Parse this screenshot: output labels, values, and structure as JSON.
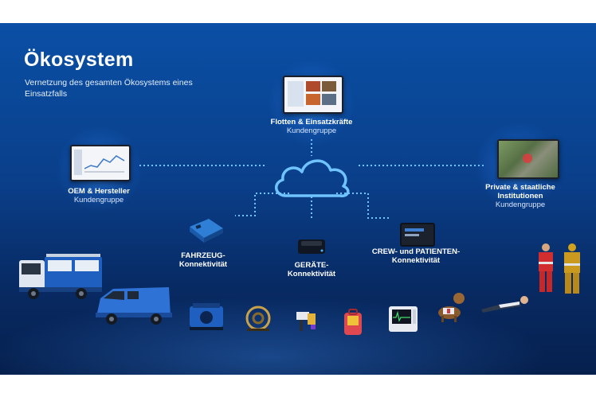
{
  "title": "Ökosystem",
  "subtitle": "Vernetzung des gesamten Ökosystems eines Einsatzfalls",
  "nodes": {
    "fleets": {
      "label": "Flotten & Einsatzkräfte",
      "sub": "Kundengruppe"
    },
    "oem": {
      "label": "OEM & Hersteller",
      "sub": "Kundengruppe"
    },
    "institutions": {
      "label_line1": "Private & staatliche",
      "label_line2": "Institutionen",
      "sub": "Kundengruppe"
    },
    "vehicle": {
      "line1": "FAHRZEUG-",
      "line2": "Konnektivität"
    },
    "devices": {
      "line1": "GERÄTE-",
      "line2": "Konnektivität"
    },
    "crew": {
      "line1": "CREW- und PATIENTEN-",
      "line2": "Konnektivität"
    }
  },
  "colors": {
    "accent": "#6fc3ff",
    "background": "#0a3f8a"
  },
  "icons": [
    "cloud-icon",
    "fire-truck-icon",
    "van-icon",
    "telematics-box-icon",
    "device-gateway-icon",
    "tablet-icon"
  ]
}
